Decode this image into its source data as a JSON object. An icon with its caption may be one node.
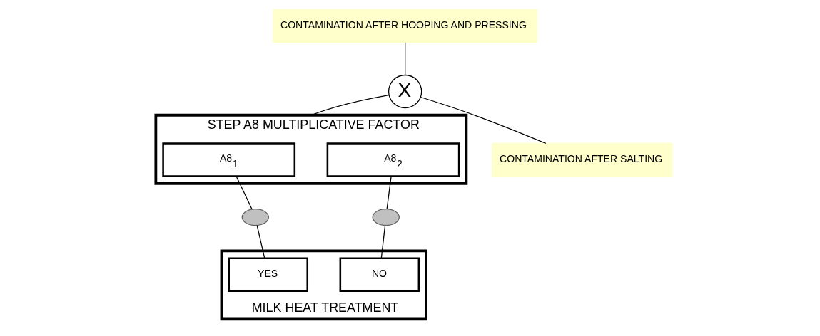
{
  "diagram": {
    "nodes": [
      {
        "text": [
          "CONTAMINATION AFTER HOOPING AND PRESSING"
        ]
      },
      {
        "text": [
          "X"
        ]
      },
      {
        "text": [
          "STEP A8 MULTIPLICATIVE FACTOR"
        ]
      },
      {
        "text": [
          "A8$_{1}$"
        ],
        "in": 2
      },
      {
        "text": [
          "A8$_{2}$"
        ],
        "in": 2
      },
      {
        "text": [
          "CONTAMINATION AFTER SALTING"
        ]
      },
      {
        "text": [],
        "shape": "circle"
      },
      {
        "text": [],
        "shape": "circle"
      },
      {
        "text": [
          "MILK HEAT TREATMENT"
        ]
      },
      {
        "text": [
          "YES"
        ],
        "in": 8
      },
      {
        "text": [
          "NO"
        ],
        "in": 8
      }
    ],
    "edges": [
      {
        "from": 0,
        "to": 1,
        "arrow": "none"
      },
      {
        "from": 1,
        "to": 5,
        "arrow": "none"
      },
      {
        "from": 1,
        "to": 2,
        "arrow": "none"
      },
      {
        "from": 3,
        "to": 6,
        "arrow": "none"
      },
      {
        "from": 4,
        "to": 7,
        "arrow": "none"
      },
      {
        "from": 6,
        "to": 9,
        "arrow": "none"
      },
      {
        "from": 7,
        "to": 10,
        "arrow": "none"
      }
    ]
  }
}
